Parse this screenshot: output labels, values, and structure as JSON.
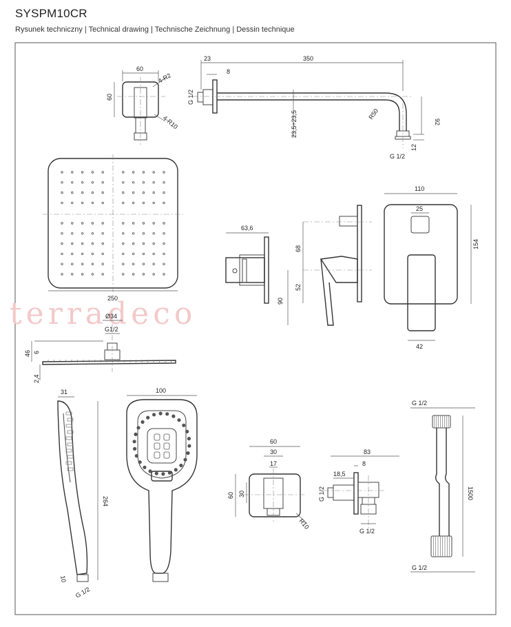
{
  "header": {
    "title": "SYSPM10CR",
    "subtitle": "Rysunek techniczny | Technical drawing | Technische Zeichnung | Dessin technique"
  },
  "watermark": "terradeco",
  "wall_bracket_top": {
    "width": "60",
    "height": "60",
    "radius_a": "4-R2",
    "radius_b": "4-R10"
  },
  "shower_arm": {
    "wall_offset": "23",
    "length": "350",
    "flange": "8",
    "thread": "G 1/2",
    "axis": "23,5÷23,5",
    "bend_radius": "R50",
    "drop": "92",
    "outlet_len": "12",
    "outlet_thread": "G 1/2"
  },
  "rain_head": {
    "width": "250"
  },
  "rain_head_side": {
    "diameter": "Ø34",
    "thread": "G1/2",
    "height": "46",
    "neck": "6",
    "plate": "2,4"
  },
  "mixer_side": {
    "depth": "63,6",
    "upper": "68",
    "lower": "52",
    "total": "90"
  },
  "mixer_front": {
    "width": "110",
    "inner": "25",
    "height": "154",
    "handle": "42"
  },
  "hand_shower_side": {
    "depth": "31",
    "length": "264",
    "neck": "10",
    "thread": "G 1/2"
  },
  "hand_shower_front": {
    "width": "100"
  },
  "wall_outlet_front": {
    "width": "60",
    "inner": "30",
    "pipe": "17",
    "height": "60",
    "inner_h": "30",
    "radius": "R10"
  },
  "wall_outlet_side": {
    "length": "83",
    "flange": "8",
    "offset": "18,5",
    "thread_in": "G 1/2",
    "thread_out": "G 1/2"
  },
  "hose": {
    "length": "1500",
    "thread_top": "G 1/2",
    "thread_bottom": "G 1/2"
  }
}
